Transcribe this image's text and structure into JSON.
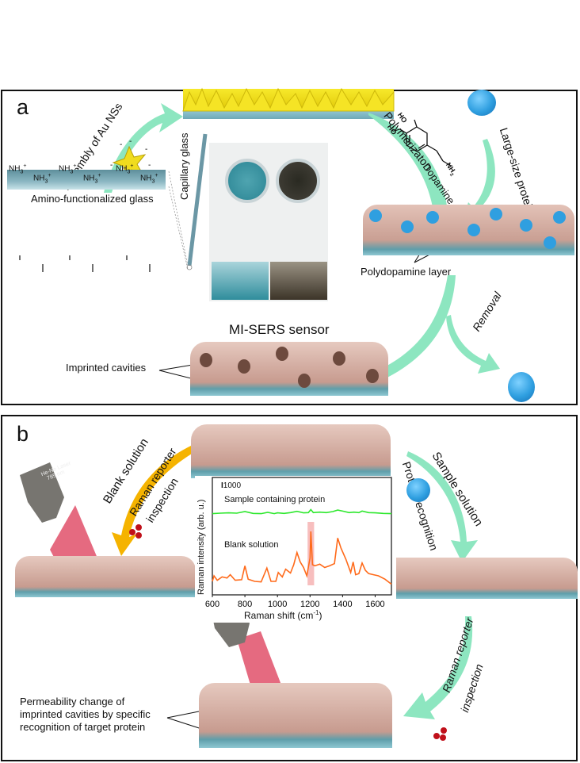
{
  "panel_a": {
    "label": "a",
    "arrows": {
      "assembly": "Assembly of Au NSs",
      "polymerization": "Polymerizaton",
      "large_protein": "Large-size protein",
      "removal": "Removal"
    },
    "capillary_label": "Capillary glass",
    "glass_label": "Amino-functionalized glass",
    "amine_group": "NH",
    "amine_sub": "3",
    "amine_sup": "+",
    "dopamine": {
      "name": "Dopamine",
      "ho1": "HO",
      "ho2": "HO",
      "nh2": "NH",
      "nh2_sub": "2"
    },
    "polydopamine_label": "Polydopamine layer",
    "sensor_title": "MI-SERS sensor",
    "cavities_label": "Imprinted cavities"
  },
  "panel_b": {
    "label": "b",
    "laser_text_1": "He-Ne Laser",
    "laser_text_2": "785 nm",
    "arrows": {
      "blank_solution": "Blank solution",
      "raman_reporter_1": "Raman reporter",
      "inspection_1": "inspection",
      "sample_solution": "Sample solution",
      "protein_recognition": "Protein recognition",
      "raman_reporter_2": "Raman reporter",
      "inspection_2": "inspection"
    },
    "permeability_label": [
      "Permeability    change    of",
      "imprinted cavities by specific",
      "recognition of target protein"
    ]
  },
  "colors": {
    "arrow_green": "#8de6c0",
    "arrow_orange": "#f5b300",
    "gold": "#e8d21a",
    "protein_blue": "#2f9fe0",
    "polymer_pink": "#d9b3a8",
    "glass_teal": "#7fb0bd",
    "laser_red": "#e0506a",
    "spectrum_green": "#2ee82e",
    "spectrum_orange": "#ff6a1a",
    "highlight": "#f4a3a3"
  },
  "chart_data": {
    "type": "line",
    "title": "",
    "xlabel": "Raman shift (cm-1)",
    "ylabel": "Raman intensity (arb. u.)",
    "xlim": [
      600,
      1700
    ],
    "x_ticks": [
      "600",
      "800",
      "1000",
      "1200",
      "1400",
      "1600"
    ],
    "scale_bar_label": "1000",
    "highlight_band": [
      1185,
      1225
    ],
    "series": [
      {
        "name": "Sample containing protein",
        "color": "#2ee82e",
        "x": [
          600,
          650,
          700,
          750,
          800,
          850,
          900,
          940,
          980,
          1000,
          1040,
          1080,
          1120,
          1160,
          1190,
          1205,
          1220,
          1260,
          1300,
          1340,
          1370,
          1400,
          1440,
          1470,
          1500,
          1520,
          1560,
          1600,
          1650,
          1700
        ],
        "y": [
          0.7,
          0.72,
          0.73,
          0.72,
          0.78,
          0.71,
          0.7,
          0.75,
          0.7,
          0.73,
          0.71,
          0.74,
          0.79,
          0.73,
          0.74,
          0.86,
          0.74,
          0.76,
          0.74,
          0.78,
          0.84,
          0.8,
          0.74,
          0.76,
          0.74,
          0.8,
          0.74,
          0.73,
          0.71,
          0.7
        ]
      },
      {
        "name": "Blank solution",
        "color": "#ff6a1a",
        "x": [
          600,
          610,
          630,
          660,
          690,
          710,
          740,
          780,
          800,
          820,
          860,
          900,
          935,
          960,
          990,
          1005,
          1030,
          1050,
          1080,
          1100,
          1120,
          1140,
          1160,
          1180,
          1200,
          1205,
          1215,
          1230,
          1260,
          1290,
          1320,
          1350,
          1370,
          1390,
          1420,
          1450,
          1465,
          1480,
          1500,
          1520,
          1540,
          1560,
          1590,
          1620,
          1660,
          1700
        ],
        "y": [
          0.1,
          0.2,
          0.12,
          0.18,
          0.16,
          0.22,
          0.12,
          0.13,
          0.38,
          0.14,
          0.1,
          0.09,
          0.34,
          0.1,
          0.1,
          0.26,
          0.18,
          0.32,
          0.25,
          0.4,
          0.62,
          0.45,
          0.35,
          0.2,
          0.52,
          1.0,
          0.4,
          0.38,
          0.41,
          0.35,
          0.38,
          0.42,
          0.88,
          0.7,
          0.5,
          0.26,
          0.45,
          0.22,
          0.24,
          0.43,
          0.3,
          0.24,
          0.22,
          0.2,
          0.14,
          0.05
        ]
      }
    ],
    "legend": "inline-labels",
    "grid": false
  }
}
